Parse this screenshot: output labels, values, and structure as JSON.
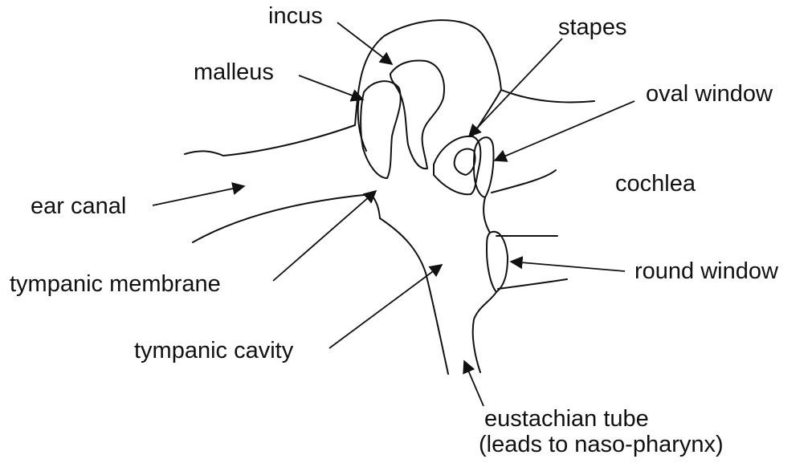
{
  "labels": {
    "incus": "incus",
    "stapes": "stapes",
    "malleus": "malleus",
    "oval_window": "oval window",
    "cochlea": "cochlea",
    "ear_canal": "ear canal",
    "tympanic_membrane": "tympanic membrane",
    "round_window": "round window",
    "tympanic_cavity": "tympanic cavity",
    "eustachian_tube_line1": "eustachian tube",
    "eustachian_tube_line2": "(leads to naso-pharynx)"
  }
}
